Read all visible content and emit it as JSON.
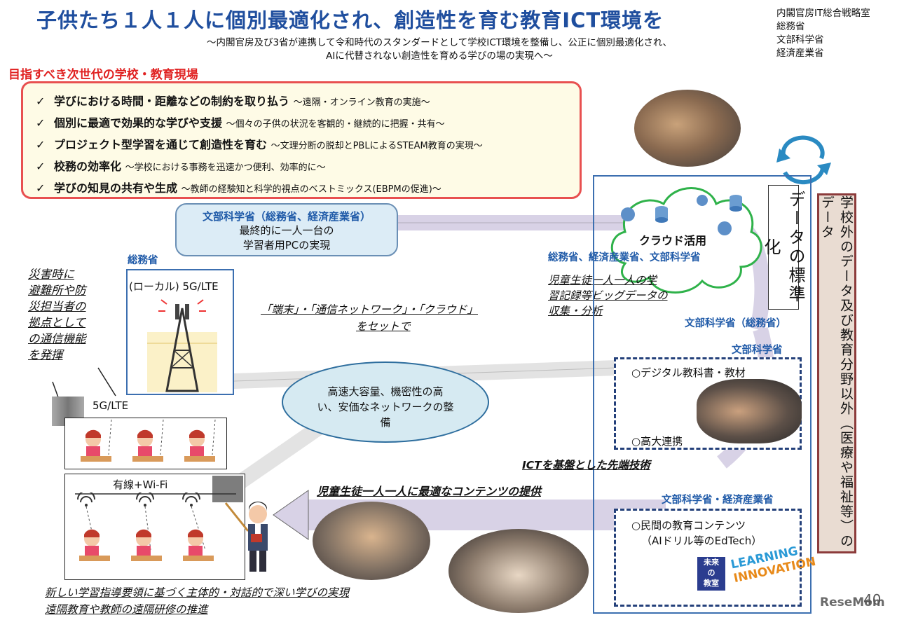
{
  "header": {
    "title": "子供たち１人１人に個別最適化され、創造性を育む教育ICT環境を",
    "subtitle_1": "～内閣官房及び3省が連携して令和時代のスタンダードとして学校ICT環境を整備し、公正に個別最適化され、",
    "subtitle_2": "AIに代替されない創造性を育める学びの場の実現へ～",
    "ministries": [
      "内閣官房IT総合戦略室",
      "総務省",
      "文部科学省",
      "経済産業省"
    ]
  },
  "goals": {
    "heading": "目指すべき次世代の学校・教育現場",
    "items": [
      {
        "main": "学びにおける時間・距離などの制約を取り払う",
        "note": "～遠隔・オンライン教育の実施～"
      },
      {
        "main": "個別に最適で効果的な学びや支援",
        "note": "～個々の子供の状況を客観的・継続的に把握・共有～"
      },
      {
        "main": "プロジェクト型学習を通じて創造性を育む",
        "note": "～文理分断の脱却とPBLによるSTEAM教育の実現～"
      },
      {
        "main": "校務の効率化",
        "note": "～学校における事務を迅速かつ便利、効率的に～"
      },
      {
        "main": "学びの知見の共有や生成",
        "note": "～教師の経験知と科学的視点のベストミックス(EBPMの促進)～"
      }
    ],
    "check": "✓"
  },
  "pc_pill": {
    "head": "文部科学省（総務省、経済産業省）",
    "line1": "最終的に一人一台の",
    "line2": "学習者用PCの実現"
  },
  "network": {
    "ministry": "総務省",
    "tower_label": "(ローカル) 5G/LTE",
    "disaster": [
      "災害時に",
      "避難所や防",
      "災担当者の",
      "拠点として",
      "の通信機能",
      "を発揮"
    ],
    "set_line1": "「端末」・「通信ネットワーク」・「クラウド」",
    "set_line2": "をセットで",
    "oval": [
      "高速大容量、機密性の高",
      "い、安価なネットワークの整",
      "備"
    ],
    "lte_label": "5G/LTE",
    "wired_label": "有線+Wi-Fi"
  },
  "cloud": {
    "label": "クラウド活用",
    "ministries": "総務省、経済産業省、文部科学省",
    "bigdata": [
      "児童生徒一人一人の学",
      "習記録等ビッグデータの",
      "収集・分析"
    ],
    "std": "データの標準化",
    "std_ministry": "文部科学省（総務省）"
  },
  "tech": {
    "ministry1": "文部科学省",
    "item1": "○デジタル教科書・教材",
    "item2": "○高大連携",
    "ict": "ICTを基盤とした先端技術",
    "contents": "児童生徒一人一人に最適なコンテンツの提供",
    "ministry2": "文部科学省・経済産業省",
    "item3": "○民間の教育コンテンツ",
    "item3b": "（AIドリル等のEdTech）",
    "logo_jp": [
      "未来",
      "の",
      "教室"
    ],
    "logo_en": [
      "LEARNING",
      "INNOVATION"
    ]
  },
  "outside_data": "学校外のデータ及び教育分野以外（医療や福祉等）のデータ",
  "bottom": {
    "line1": "新しい学習指導要領に基づく主体的・対話的で深い学びの実現",
    "line2": "遠隔教育や教師の遠隔研修の推進"
  },
  "page_number": "40",
  "watermark": "ReseMom",
  "colors": {
    "title": "#1f4e9e",
    "accent_red": "#e02020",
    "box_border": "#e85050",
    "band_border": "#8c3b3b",
    "arrow": "#c9c2dc"
  }
}
